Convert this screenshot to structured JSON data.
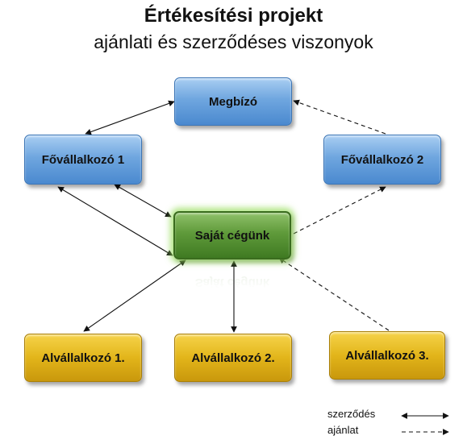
{
  "title": "Értékesítési projekt",
  "subtitle": "ajánlati és szerződéses viszonyok",
  "nodes": {
    "megbizo": "Megbízó",
    "fovallalkozo1": "Fővállalkozó 1",
    "fovallalkozo2": "Fővállalkozó 2",
    "sajat": "Saját cégünk",
    "alvallalkozo1": "Alvállalkozó 1.",
    "alvallalkozo2": "Alvállalkozó 2.",
    "alvallalkozo3": "Alvállalkozó 3."
  },
  "legend": {
    "contract": "szerződés",
    "offer": "ajánlat"
  },
  "colors": {
    "blue_box": "#6fa6df",
    "green_box": "#5f9a3a",
    "gold_box": "#e2b51a",
    "line": "#111111"
  }
}
